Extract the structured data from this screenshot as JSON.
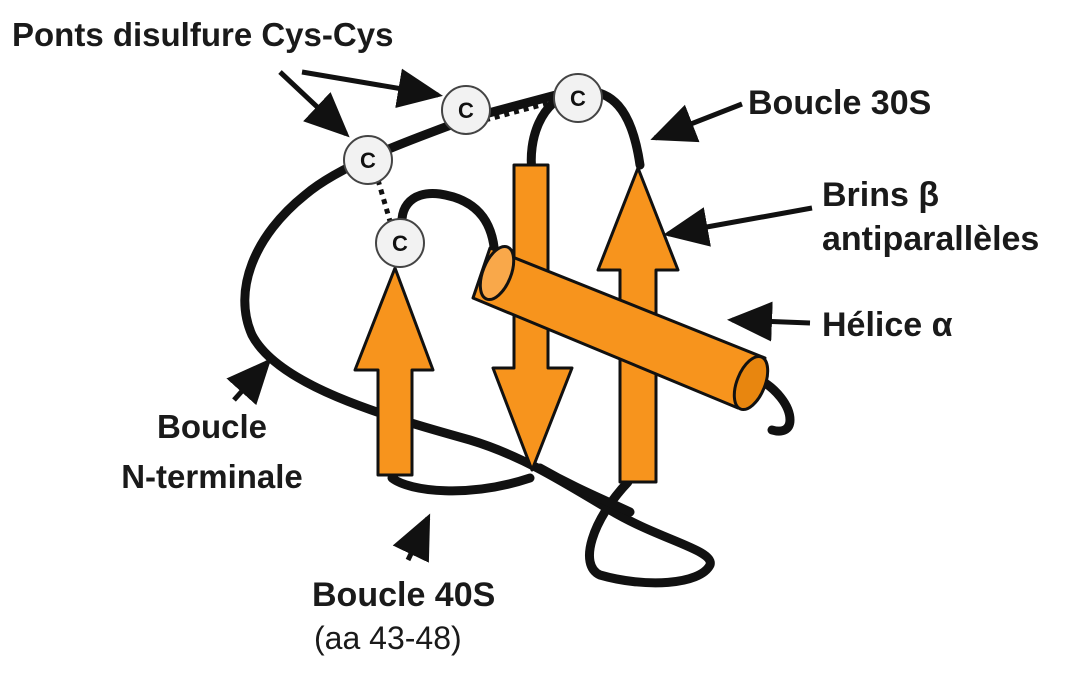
{
  "labels": {
    "disulfide_bridges": "Ponts disulfure Cys-Cys",
    "loop_30s": "Boucle 30S",
    "beta_strands_line1": "Brins β",
    "beta_strands_line2": "antiparallèles",
    "alpha_helix": "Hélice α",
    "n_terminal_line1": "Boucle",
    "n_terminal_line2": "N-terminale",
    "loop_40s": "Boucle 40S",
    "loop_40s_range": "(aa 43-48)"
  },
  "cysteine_letter": "C",
  "colors": {
    "secondary_structure": "#f7941d",
    "outline": "#111111",
    "cysteine_fill": "#f2f2f2",
    "label_text": "#1a1a1a"
  }
}
